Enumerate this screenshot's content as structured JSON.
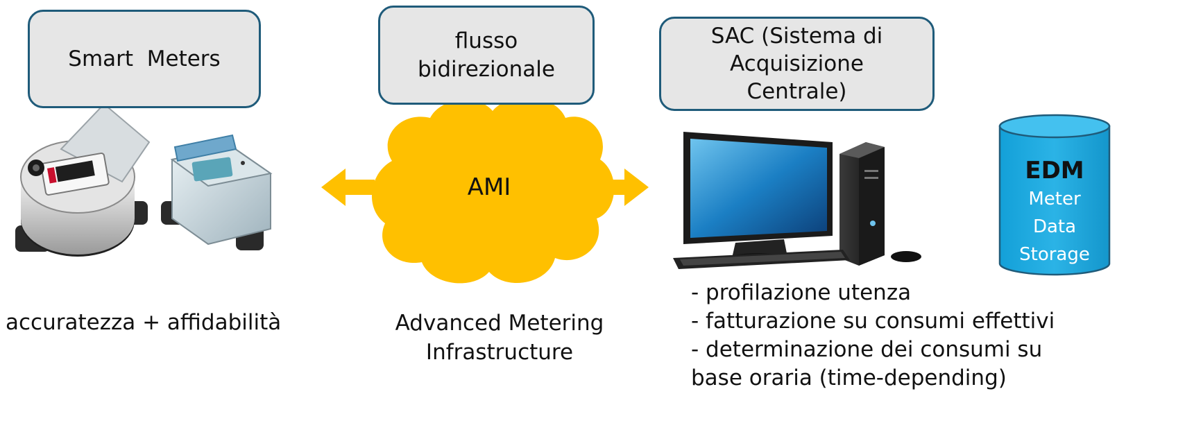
{
  "left": {
    "callout": "Smart  Meters",
    "caption": "accuratezza + affidabilità",
    "image_icon": "water-meters-photo"
  },
  "center": {
    "callout_line1": "flusso",
    "callout_line2": "bidirezionale",
    "cloud_label": "AMI",
    "caption_line1": "Advanced Metering",
    "caption_line2": "Infrastructure",
    "cloud_color": "#ffc000",
    "arrow_color": "#ffc000"
  },
  "right": {
    "callout_line1": "SAC (Sistema di Acquisizione",
    "callout_line2": "Centrale)",
    "edm_title": "EDM",
    "edm_line1": "Meter",
    "edm_line2": "Data",
    "edm_line3": "Storage",
    "edm_color": "#1aa3d9",
    "computer_icon": "desktop-computer",
    "bullets": [
      "- profilazione utenza",
      "- fatturazione su consumi effettivi",
      "- determinazione dei consumi su",
      "base oraria (time-depending)"
    ]
  },
  "colors": {
    "callout_fill": "#e6e6e6",
    "callout_border": "#1f5b7a"
  }
}
